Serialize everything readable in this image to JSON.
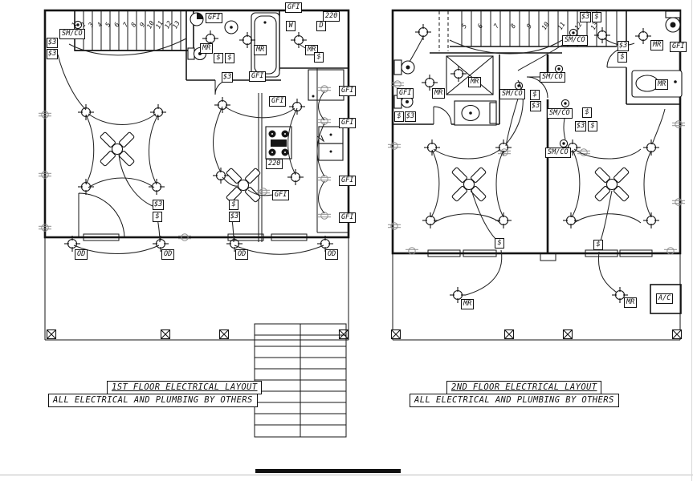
{
  "titles": {
    "left": {
      "line1": "1ST FLOOR ELECTRICAL LAYOUT",
      "line2": "ALL ELECTRICAL AND PLUMBING BY OTHERS"
    },
    "right": {
      "line1": "2ND FLOOR ELECTRICAL LAYOUT",
      "line2": "ALL ELECTRICAL AND PLUMBING BY OTHERS"
    }
  },
  "symbols": {
    "gfi": "GFI",
    "v220": "220",
    "mr": "MR",
    "smco": "SM/CO",
    "od": "OD",
    "washer": "W",
    "dryer": "D",
    "ac": "A/C",
    "sw": "$",
    "sw3": "$3"
  },
  "stairs": {
    "first_floor_numbers": [
      "1",
      "2",
      "3",
      "4",
      "5",
      "6",
      "7",
      "8",
      "9",
      "10",
      "11",
      "12",
      "13"
    ],
    "second_floor_numbers": [
      "5",
      "6",
      "7",
      "8",
      "9",
      "10",
      "11",
      "12",
      "13"
    ]
  },
  "colors": {
    "line": "#151515",
    "outlet_gray": "#8f8f8f",
    "background": "#ffffff"
  }
}
